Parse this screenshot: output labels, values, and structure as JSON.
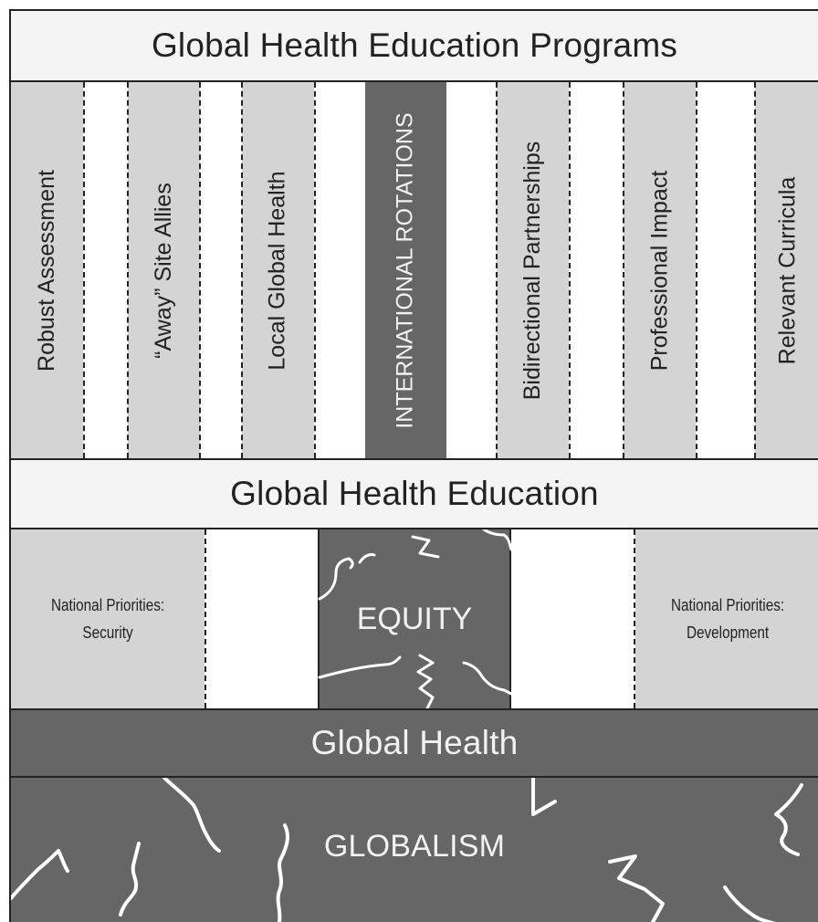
{
  "diagram": {
    "top_title": "Global Health Education Programs",
    "pillars": [
      {
        "label": "Robust Assessment",
        "style": "light"
      },
      {
        "label": "“Away” Site Allies",
        "style": "light"
      },
      {
        "label": "Local Global Health",
        "style": "light"
      },
      {
        "label": "INTERNATIONAL ROTATIONS",
        "style": "dark"
      },
      {
        "label": "Bidirectional Partnerships",
        "style": "light"
      },
      {
        "label": "Professional Impact",
        "style": "light"
      },
      {
        "label": "Relevant Curricula",
        "style": "light"
      }
    ],
    "middle_title": "Global Health Education",
    "foundation": {
      "left_line1": "National Priorities:",
      "left_line2": "Security",
      "center": "EQUITY",
      "right_line1": "National Priorities:",
      "right_line2": "Development"
    },
    "global_health_label": "Global Health",
    "globalism_label": "GLOBALISM"
  },
  "colors": {
    "light_band": "#f4f4f4",
    "light_fill": "#d4d4d4",
    "dark_fill": "#666666",
    "outline": "#222222"
  }
}
